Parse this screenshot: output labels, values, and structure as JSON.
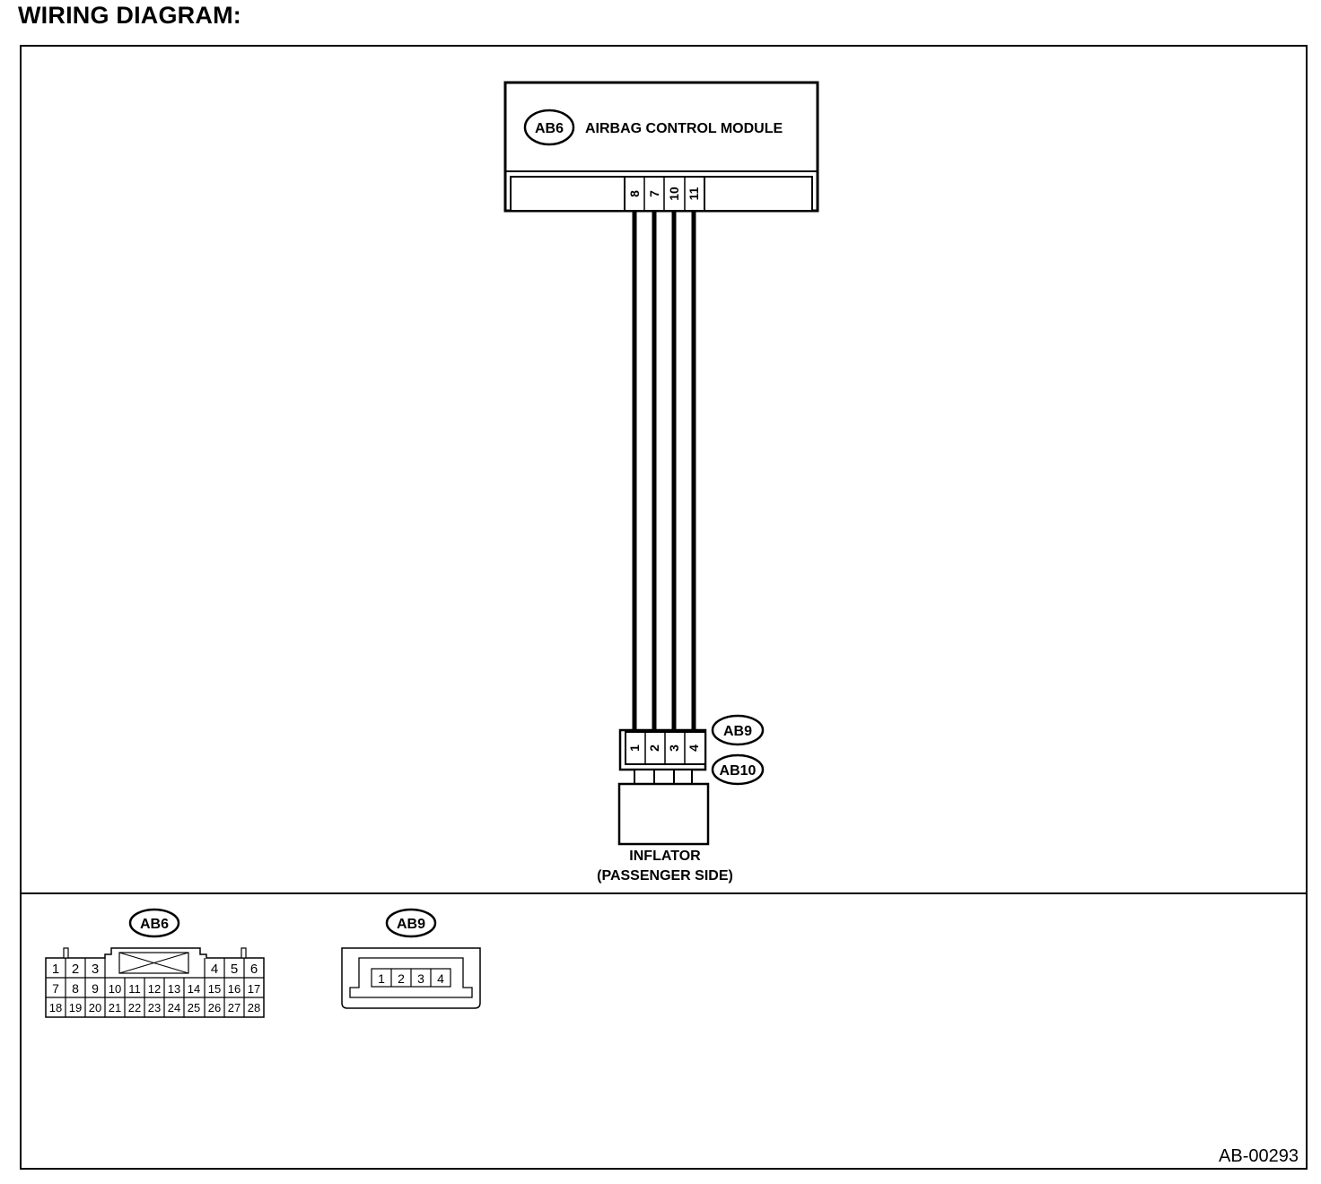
{
  "title": "WIRING DIAGRAM:",
  "module": {
    "connector": "AB6",
    "name": "AIRBAG CONTROL MODULE",
    "pins": [
      "8",
      "7",
      "10",
      "11"
    ]
  },
  "inflator": {
    "connector_top": "AB9",
    "connector_bottom": "AB10",
    "pins": [
      "1",
      "2",
      "3",
      "4"
    ],
    "name_line1": "INFLATOR",
    "name_line2": "(PASSENGER SIDE)"
  },
  "connector_views": {
    "ab6": {
      "label": "AB6",
      "row1_left": [
        "1",
        "2",
        "3"
      ],
      "row1_right": [
        "4",
        "5",
        "6"
      ],
      "row2": [
        "7",
        "8",
        "9",
        "10",
        "11",
        "12",
        "13",
        "14",
        "15",
        "16",
        "17"
      ],
      "row3": [
        "18",
        "19",
        "20",
        "21",
        "22",
        "23",
        "24",
        "25",
        "26",
        "27",
        "28"
      ]
    },
    "ab9": {
      "label": "AB9",
      "pins": [
        "1",
        "2",
        "3",
        "4"
      ]
    }
  },
  "figure_code": "AB-00293"
}
